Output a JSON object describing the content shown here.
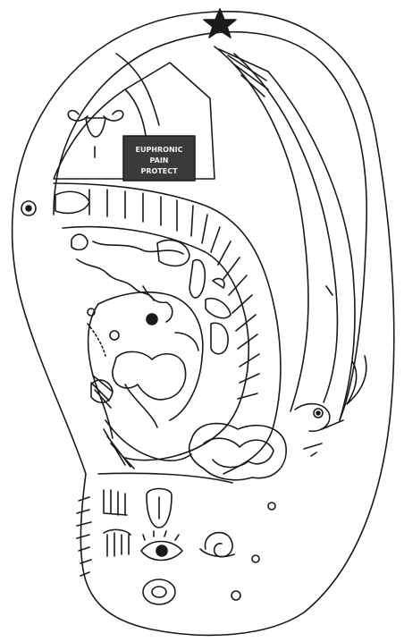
{
  "colors": {
    "ink": "#1a1a1a",
    "paper": "#ffffff",
    "label_box": "#3a3a3a"
  },
  "labels": {
    "box_line1": "EUPHRONIC",
    "box_line2": "PAIN",
    "box_line3": "PROTECT"
  },
  "icons": [
    "star-icon",
    "uterus-icon",
    "eye-icon",
    "tongue-icon",
    "teeth-icon",
    "ear-cochlea-icon",
    "point-marker-icon"
  ]
}
